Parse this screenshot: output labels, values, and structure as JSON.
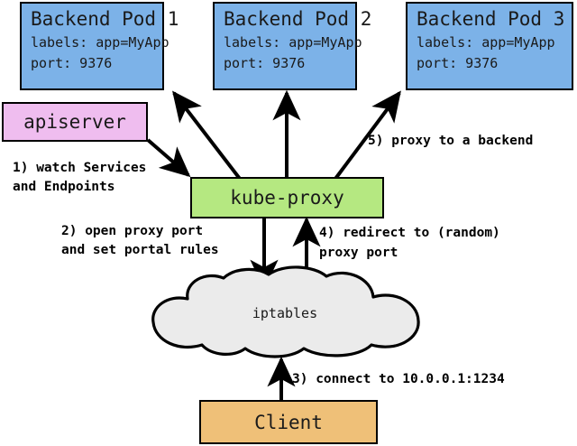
{
  "diagram": {
    "title": "kube-proxy services flow",
    "background": "#ffffff"
  },
  "colors": {
    "pod_fill": "#7cb2e8",
    "apiserver_fill": "#efbdef",
    "kubeproxy_fill": "#b5e881",
    "client_fill": "#efc078",
    "cloud_fill": "#ebebeb",
    "stroke": "#000000",
    "text": "#1a1a1a"
  },
  "nodes": {
    "pods": [
      {
        "title": "Backend Pod 1",
        "labels_line": "labels: app=MyApp",
        "port_line": "port: 9376"
      },
      {
        "title": "Backend Pod 2",
        "labels_line": "labels: app=MyApp",
        "port_line": "port: 9376"
      },
      {
        "title": "Backend Pod 3",
        "labels_line": "labels: app=MyApp",
        "port_line": "port: 9376"
      }
    ],
    "apiserver": {
      "label": "apiserver"
    },
    "kubeproxy": {
      "label": "kube-proxy"
    },
    "iptables": {
      "label": "iptables"
    },
    "client": {
      "label": "Client"
    }
  },
  "edges": {
    "step1": {
      "line1": "1) watch Services",
      "line2": "and Endpoints"
    },
    "step2": {
      "line1": "2) open proxy port",
      "line2": "and set portal rules"
    },
    "step3": {
      "line1": "3) connect to 10.0.0.1:1234"
    },
    "step4": {
      "line1": "4) redirect to (random)",
      "line2": "proxy port"
    },
    "step5": {
      "line1": "5) proxy to a backend"
    }
  }
}
